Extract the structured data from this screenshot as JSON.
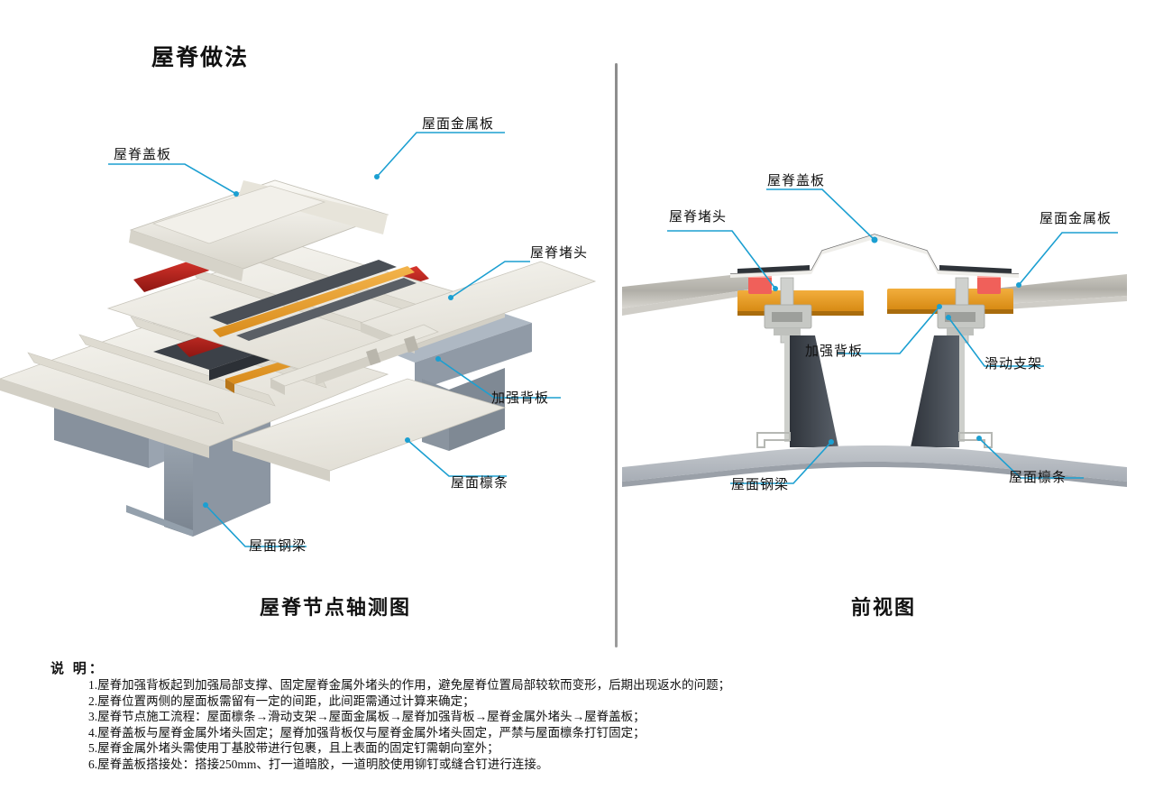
{
  "page_title": "屋脊做法",
  "divider": {
    "color": "#8d8d8d"
  },
  "figures": {
    "left": {
      "caption": "屋脊节点轴测图",
      "callouts": [
        {
          "id": "ridge-cover-plate",
          "label": "屋脊盖板"
        },
        {
          "id": "roof-metal-panel",
          "label": "屋面金属板"
        },
        {
          "id": "ridge-end-cap",
          "label": "屋脊堵头"
        },
        {
          "id": "reinforcing-back-plate",
          "label": "加强背板"
        },
        {
          "id": "roof-purlin",
          "label": "屋面檩条"
        },
        {
          "id": "roof-steel-beam",
          "label": "屋面钢梁"
        }
      ]
    },
    "right": {
      "caption": "前视图",
      "callouts": [
        {
          "id": "ridge-cover-plate",
          "label": "屋脊盖板"
        },
        {
          "id": "ridge-end-cap",
          "label": "屋脊堵头"
        },
        {
          "id": "roof-metal-panel",
          "label": "屋面金属板"
        },
        {
          "id": "reinforcing-back-plate",
          "label": "加强背板"
        },
        {
          "id": "sliding-bracket",
          "label": "滑动支架"
        },
        {
          "id": "roof-steel-beam",
          "label": "屋面钢梁"
        },
        {
          "id": "roof-purlin",
          "label": "屋面檩条"
        }
      ]
    }
  },
  "notes": {
    "heading": "说 明：",
    "items": [
      "1.屋脊加强背板起到加强局部支撑、固定屋脊金属外堵头的作用，避免屋脊位置局部较软而变形，后期出现返水的问题；",
      "2.屋脊位置两侧的屋面板需留有一定的间距，此间距需通过计算来确定；",
      "3.屋脊节点施工流程：屋面檩条→滑动支架→屋面金属板→屋脊加强背板→屋脊金属外堵头→屋脊盖板；",
      "4.屋脊盖板与屋脊金属外堵头固定；屋脊加强背板仅与屋脊金属外堵头固定，严禁与屋面檩条打钉固定；",
      "5.屋脊金属外堵头需使用丁基胶带进行包裹，且上表面的固定钉需朝向室外；",
      "6.屋脊盖板搭接处：搭接250mm、打一道暗胶，一道明胶使用铆钉或缝合钉进行连接。"
    ]
  },
  "colors": {
    "callout_line": "#1b9fd1",
    "panel_cream": "#eceae2",
    "panel_shade": "#d8d5cb",
    "end_cap_red": "#c0201b",
    "butyl_orange": "#e8a033",
    "steel_gray": "#8e99a6",
    "dark_gray": "#3c4148",
    "bracket_gray": "#c9cbc8"
  }
}
